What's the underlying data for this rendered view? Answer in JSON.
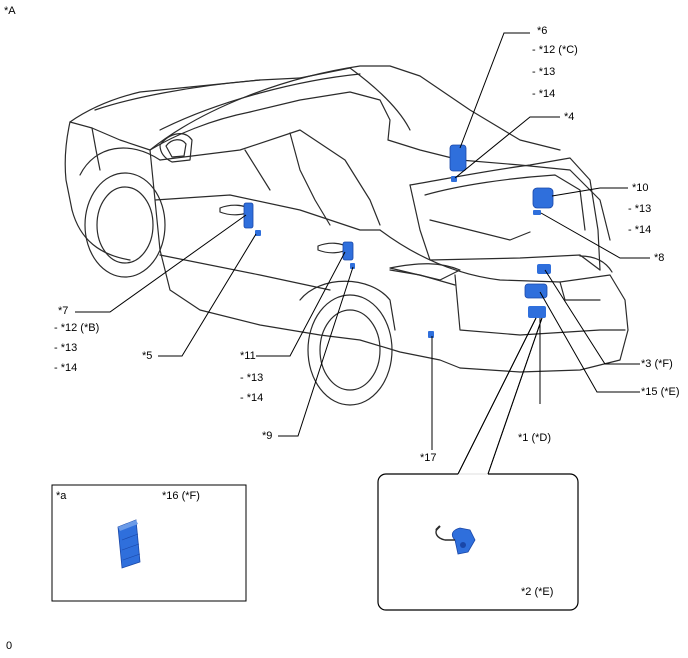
{
  "corner_label": "*A",
  "footer_code": "0",
  "callouts": {
    "c1": "*1 (*D)",
    "c2": "*2 (*E)",
    "c3": "*3 (*F)",
    "c4": "*4",
    "c5": "*5",
    "c6": "*6",
    "c6_s1": "- *12 (*C)",
    "c6_s2": "- *13",
    "c6_s3": "- *14",
    "c7": "*7",
    "c7_s1": "- *12 (*B)",
    "c7_s2": "- *13",
    "c7_s3": "- *14",
    "c8": "*8",
    "c9": "*9",
    "c10": "*10",
    "c10_s1": "- *13",
    "c10_s2": "- *14",
    "c11": "*11",
    "c11_s1": "- *13",
    "c11_s2": "- *14",
    "c15": "*15 (*E)",
    "c16": "*16 (*F)",
    "c17": "*17"
  },
  "inset": {
    "label": "*a"
  },
  "colors": {
    "component": "#2f6fdc",
    "component_dark": "#1a47a8",
    "outline": "#2b2b2b"
  }
}
